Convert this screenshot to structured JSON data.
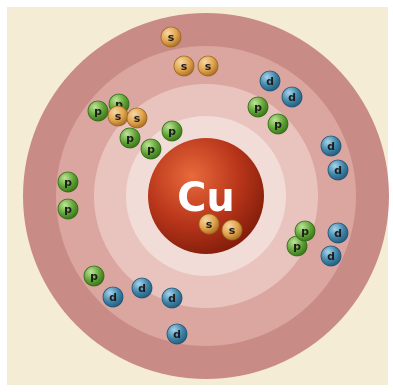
{
  "nucleus": {
    "symbol": "Cu"
  },
  "orbital_types": {
    "s": {
      "label": "s",
      "fill": "#e0a24a",
      "light": "#f6d8a4",
      "dark": "#9c6420"
    },
    "p": {
      "label": "p",
      "fill": "#5fa334",
      "light": "#bfe49a",
      "dark": "#326a17"
    },
    "d": {
      "label": "d",
      "fill": "#3e84a8",
      "light": "#a8d4ea",
      "dark": "#1f5474"
    }
  },
  "electrons": [
    {
      "type": "s",
      "shell": 1
    },
    {
      "type": "s",
      "shell": 1
    },
    {
      "type": "s",
      "shell": 2
    },
    {
      "type": "s",
      "shell": 2
    },
    {
      "type": "p",
      "shell": 2
    },
    {
      "type": "p",
      "shell": 2
    },
    {
      "type": "p",
      "shell": 2
    },
    {
      "type": "p",
      "shell": 2
    },
    {
      "type": "p",
      "shell": 2
    },
    {
      "type": "p",
      "shell": 2
    },
    {
      "type": "s",
      "shell": 3
    },
    {
      "type": "s",
      "shell": 3
    },
    {
      "type": "p",
      "shell": 3
    },
    {
      "type": "p",
      "shell": 3
    },
    {
      "type": "p",
      "shell": 3
    },
    {
      "type": "p",
      "shell": 3
    },
    {
      "type": "p",
      "shell": 3
    },
    {
      "type": "p",
      "shell": 3
    },
    {
      "type": "d",
      "shell": 3
    },
    {
      "type": "d",
      "shell": 3
    },
    {
      "type": "d",
      "shell": 3
    },
    {
      "type": "d",
      "shell": 3
    },
    {
      "type": "d",
      "shell": 3
    },
    {
      "type": "d",
      "shell": 3
    },
    {
      "type": "d",
      "shell": 3
    },
    {
      "type": "d",
      "shell": 3
    },
    {
      "type": "d",
      "shell": 3
    },
    {
      "type": "d",
      "shell": 3
    },
    {
      "type": "s",
      "shell": 4
    }
  ]
}
